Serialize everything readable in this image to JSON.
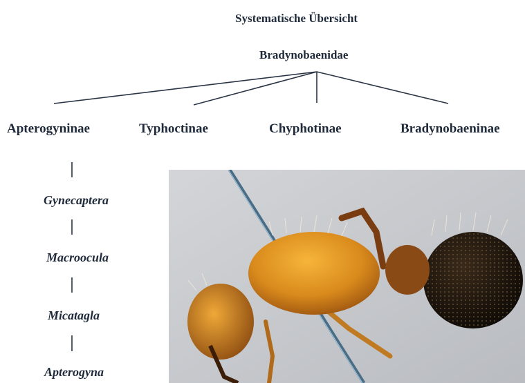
{
  "title": "Systematische Übersicht",
  "family": "Bradynobaenidae",
  "subfamilies": [
    "Apterogyninae",
    "Typhoctinae",
    "Chyphotinae",
    "Bradynobaeninae"
  ],
  "genera": [
    "Gynecaptera",
    "Macroocula",
    "Micatagla",
    "Apterogyna"
  ],
  "colors": {
    "text": "#1f2a3a",
    "line": "#2a3444",
    "photo_bg": "#c4c7cb"
  }
}
